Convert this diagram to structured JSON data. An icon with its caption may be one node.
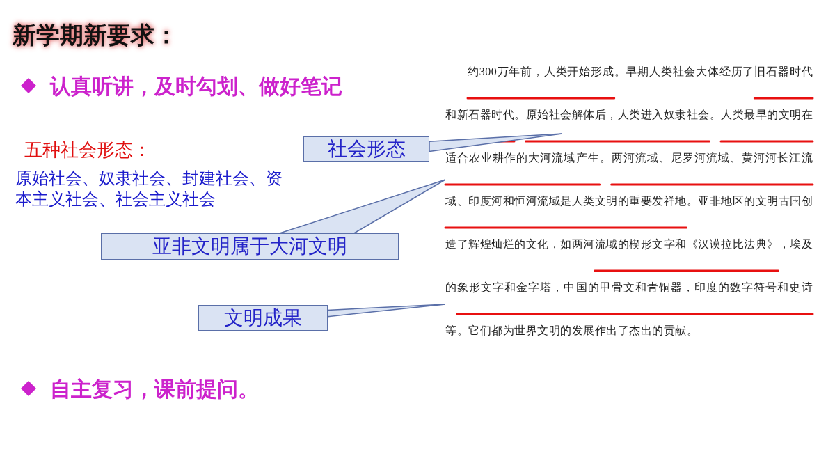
{
  "diagram": {
    "title": "新学期新要求：",
    "nodes": [
      {
        "text": [
          "社会形态"
        ]
      },
      {
        "text": [
          "亚非文明属于大河文明"
        ]
      },
      {
        "text": [
          "文明成果"
        ]
      },
      {
        "text": [
          "约300万年前，人类开始形成。早期人类社会大体经历了旧石器时代和新石器时代。原始社会解体后，人类进入奴隶社会。人类最早的文明在适合农业耕作的大河流域产生。两河流域、尼罗河流域、黄河河长江流域、印度河和恒河流域是人类文明的重要发祥地。亚非地区的文明古国创造了辉煌灿烂的文化，如两河流域的楔形文字和《汉谟拉比法典》，埃及的象形文字和金字塔，中国的甲骨文和青铜器，印度的数字符号和史诗等。它们都为世界文明的发展作出了杰出的贡献。"
        ]
      }
    ],
    "edges": [
      {
        "from": 0,
        "to": 3,
        "arrow": "none"
      },
      {
        "from": 1,
        "to": 3,
        "arrow": "none"
      },
      {
        "from": 2,
        "to": 3,
        "arrow": "none"
      }
    ],
    "labels": [
      "认真听讲，及时勾划、做好笔记",
      "五种社会形态：",
      "原始社会、奴隶社会、封建社会、资本主义社会、社会主义社会",
      "自主复习，课前提问。"
    ]
  }
}
